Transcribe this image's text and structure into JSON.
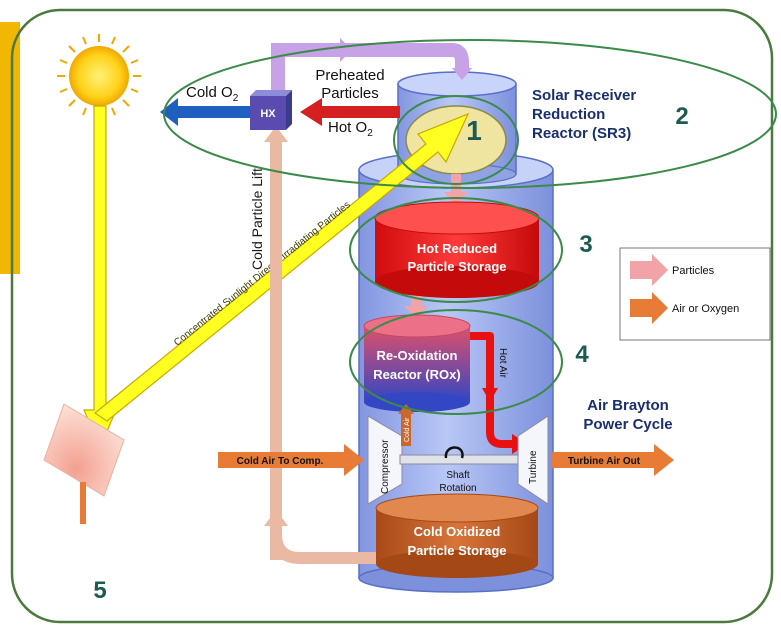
{
  "labels": {
    "cold_o2": "Cold O",
    "cold_o2_sub": "2",
    "hx": "HX",
    "preheated_1": "Preheated",
    "preheated_2": "Particles",
    "hot_o2": "Hot O",
    "hot_o2_sub": "2",
    "sr3_1": "Solar Receiver",
    "sr3_2": "Reduction",
    "sr3_3": "Reactor (SR3)",
    "cold_particle_lift": "Cold Particle Lift",
    "sunlight": "Concentrated Sunlight Directly Irradiating Particles",
    "hot_storage_1": "Hot Reduced",
    "hot_storage_2": "Particle Storage",
    "rox_1": "Re-Oxidation",
    "rox_2": "Reactor (ROx)",
    "hot_air": "Hot Air",
    "cold_air_small": "Cold Air",
    "brayton_1": "Air Brayton",
    "brayton_2": "Power Cycle",
    "compressor": "Compressor",
    "turbine": "Turbine",
    "shaft_1": "Shaft",
    "shaft_2": "Rotation",
    "cold_air_in": "Cold Air To Comp.",
    "turbine_air_out": "Turbine Air Out",
    "cold_storage_1": "Cold Oxidized",
    "cold_storage_2": "Particle Storage"
  },
  "numbers": [
    "1",
    "2",
    "3",
    "4",
    "5"
  ],
  "legend": {
    "particles": "Particles",
    "air": "Air or Oxygen"
  },
  "colors": {
    "frame": "#4a7a3c",
    "ellipse": "#3c8a4a",
    "vessel": "#9fb2ec",
    "hot_storage": "#ee1a1a",
    "rox_top": "#d94a6a",
    "rox_bottom": "#3b4fc0",
    "cold_storage": "#c05a22",
    "particle_arrow": "#f2a3a8",
    "air_arrow": "#e87b35",
    "cold_o2_arrow": "#1f5fc0",
    "hot_o2_arrow": "#d42020",
    "sunlight": "#ffff22",
    "text_navy": "#1a2f6e",
    "number_teal": "#1d5a52",
    "side_bar": "#f2b705"
  }
}
